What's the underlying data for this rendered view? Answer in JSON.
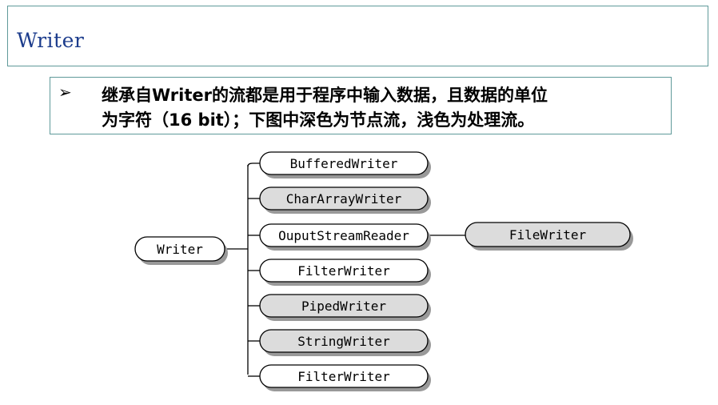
{
  "title": "Writer",
  "note": {
    "line1": "继承自Writer的流都是用于程序中输入数据，且数据的单位",
    "line2": "为字符（16 bit）；下图中深色为节点流，浅色为处理流。"
  },
  "diagram": {
    "root": "Writer",
    "children": [
      {
        "label": "BufferedWriter",
        "shade": "light"
      },
      {
        "label": "CharArrayWriter",
        "shade": "dark"
      },
      {
        "label": "OuputStreamReader",
        "shade": "light"
      },
      {
        "label": "FilterWriter",
        "shade": "light"
      },
      {
        "label": "PipedWriter",
        "shade": "dark"
      },
      {
        "label": "StringWriter",
        "shade": "dark"
      },
      {
        "label": "FilterWriter",
        "shade": "light"
      }
    ],
    "sub": {
      "label": "FileWriter",
      "shade": "dark"
    },
    "colors": {
      "light": "#ffffff",
      "dark": "#dcdcdc",
      "stroke": "#000000",
      "shadow": "#999999"
    }
  }
}
